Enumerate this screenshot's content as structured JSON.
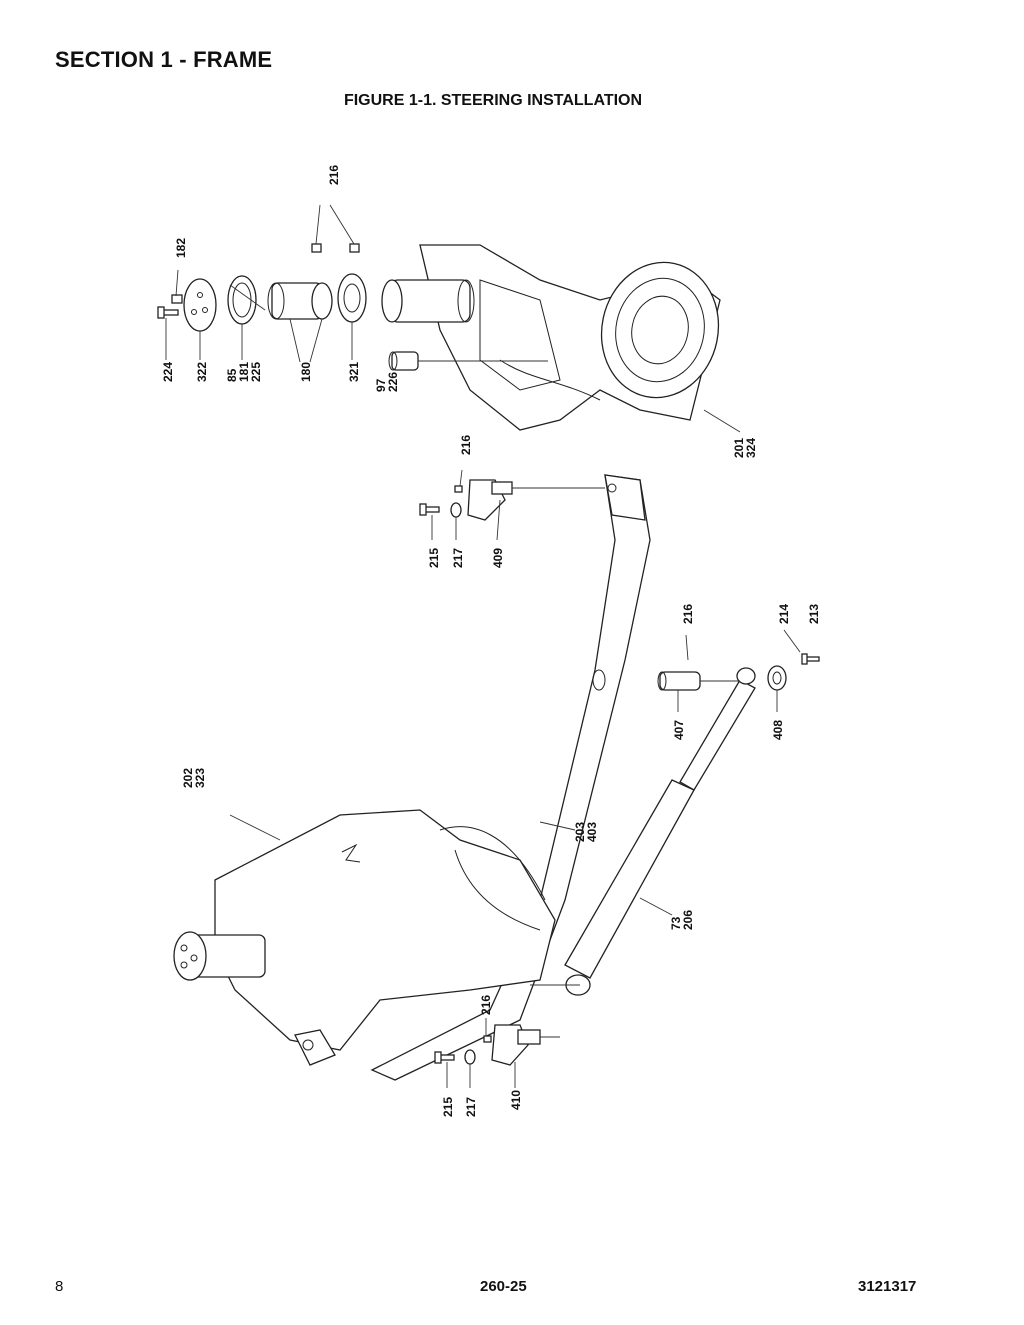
{
  "header": {
    "section_title": "SECTION 1 - FRAME",
    "figure_title": "FIGURE 1-1. STEERING INSTALLATION"
  },
  "footer": {
    "page_number": "8",
    "model": "260-25",
    "document_number": "3121317"
  },
  "callouts": {
    "c216_top": [
      "216"
    ],
    "c182": [
      "182"
    ],
    "c224": [
      "224"
    ],
    "c322": [
      "322"
    ],
    "c85": [
      "85",
      "181",
      "225"
    ],
    "c180": [
      "180"
    ],
    "c321": [
      "321"
    ],
    "c97": [
      "97",
      "226"
    ],
    "c201": [
      "201",
      "324"
    ],
    "c216_mid": [
      "216"
    ],
    "c215_mid": [
      "215"
    ],
    "c217_mid": [
      "217"
    ],
    "c409": [
      "409"
    ],
    "c216_cyl": [
      "216"
    ],
    "c214": [
      "214"
    ],
    "c213": [
      "213"
    ],
    "c407": [
      "407"
    ],
    "c408": [
      "408"
    ],
    "c202": [
      "202",
      "323"
    ],
    "c203": [
      "203",
      "403"
    ],
    "c73": [
      "73",
      "206"
    ],
    "c216_bot": [
      "216"
    ],
    "c215_bot": [
      "215"
    ],
    "c217_bot": [
      "217"
    ],
    "c410": [
      "410"
    ]
  }
}
